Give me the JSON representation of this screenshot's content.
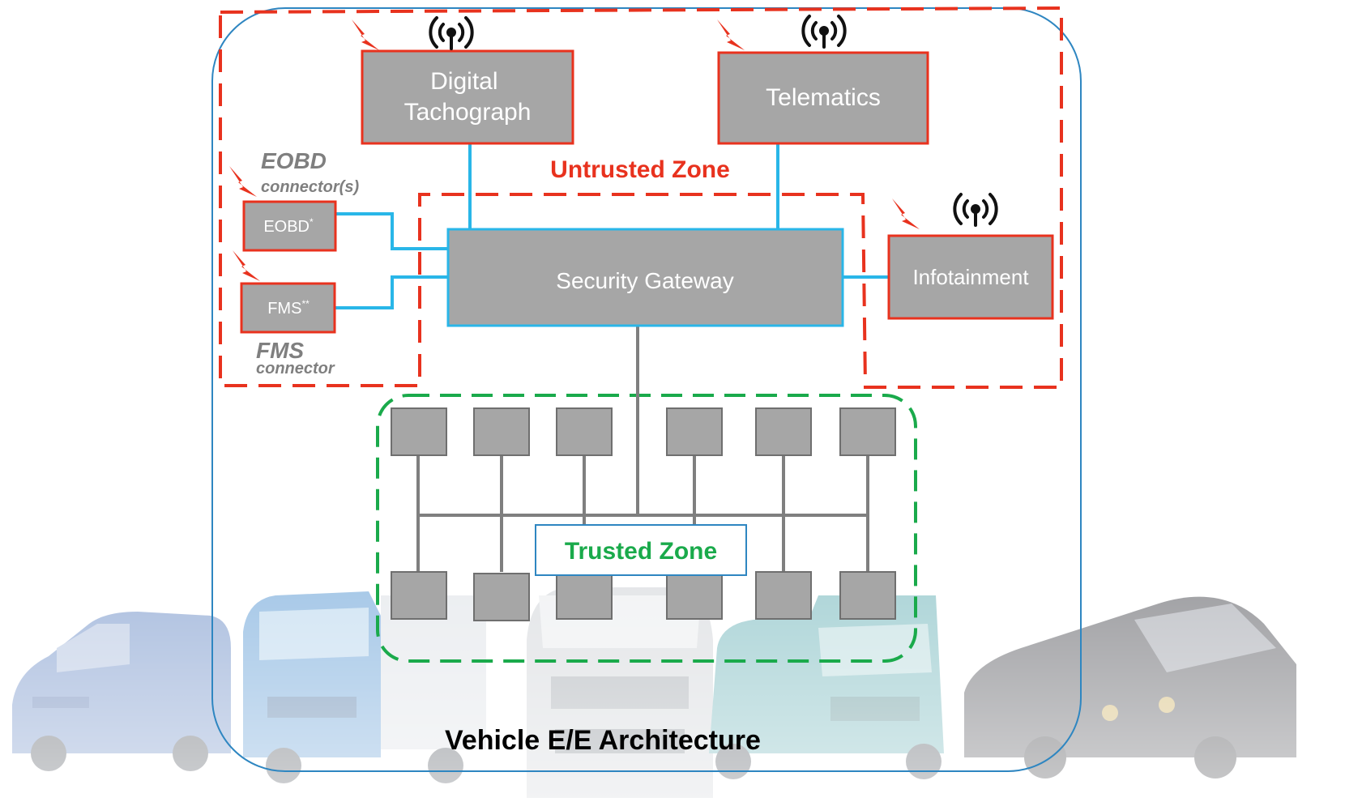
{
  "components": {
    "digital_tachograph": [
      "Digital",
      "Tachograph"
    ],
    "telematics": "Telematics",
    "eobd": "EOBD",
    "eobd_mark": "*",
    "fms": "FMS",
    "fms_mark": "**",
    "security_gateway": "Security Gateway",
    "infotainment": "Infotainment"
  },
  "labels": {
    "eobd_title": "EOBD",
    "eobd_sub": "connector(s)",
    "fms_title": "FMS",
    "fms_sub": "connector",
    "untrusted_zone": "Untrusted Zone",
    "trusted_zone": "Trusted Zone",
    "architecture": "Vehicle E/E Architecture"
  },
  "icons": {
    "attack": "lightning-bolt-icon",
    "wireless": "wireless-antenna-icon"
  },
  "colors": {
    "untrusted": "#e8321e",
    "trusted": "#1aaa4b",
    "link": "#29b6e8",
    "bus": "#7f7f7f",
    "box_fill": "#a6a6a6",
    "outline": "#2e86c1",
    "attack": "#e8321e"
  }
}
